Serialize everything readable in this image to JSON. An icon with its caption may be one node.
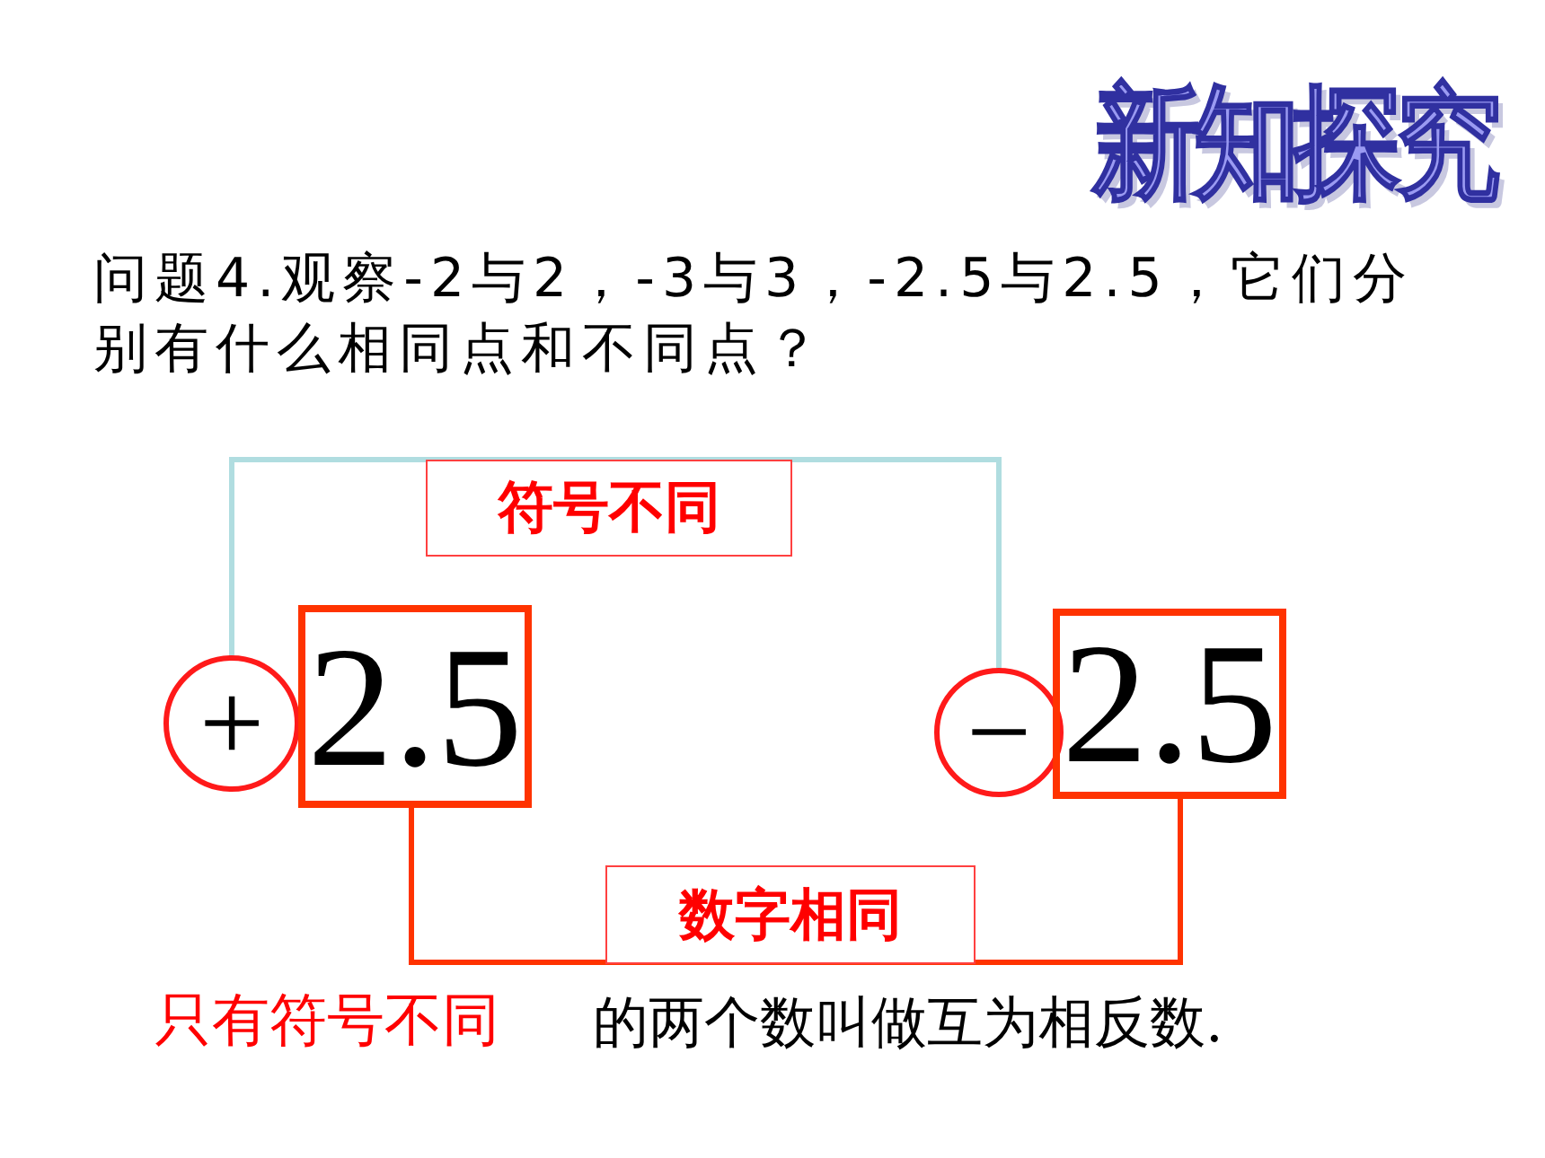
{
  "diagram": {
    "title": "新知探究",
    "nodes": [
      {
        "text": [
          "+"
        ]
      },
      {
        "text": [
          "2.5"
        ]
      },
      {
        "text": [
          "−"
        ]
      },
      {
        "text": [
          "2.5"
        ]
      }
    ],
    "edges": [
      {
        "from": 0,
        "to": 2,
        "arrow": "none",
        "label": "符号不同",
        "color": "#b0dde0"
      },
      {
        "from": 1,
        "to": 3,
        "arrow": "none",
        "label": "数字相同",
        "color": "#ff3300"
      }
    ],
    "labels": [
      "问题4.观察-2与2，-3与3，-2.5与2.5，它们分别有什么相同点和不同点？",
      "只有符号不同",
      "的两个数叫做互为相反数."
    ]
  }
}
